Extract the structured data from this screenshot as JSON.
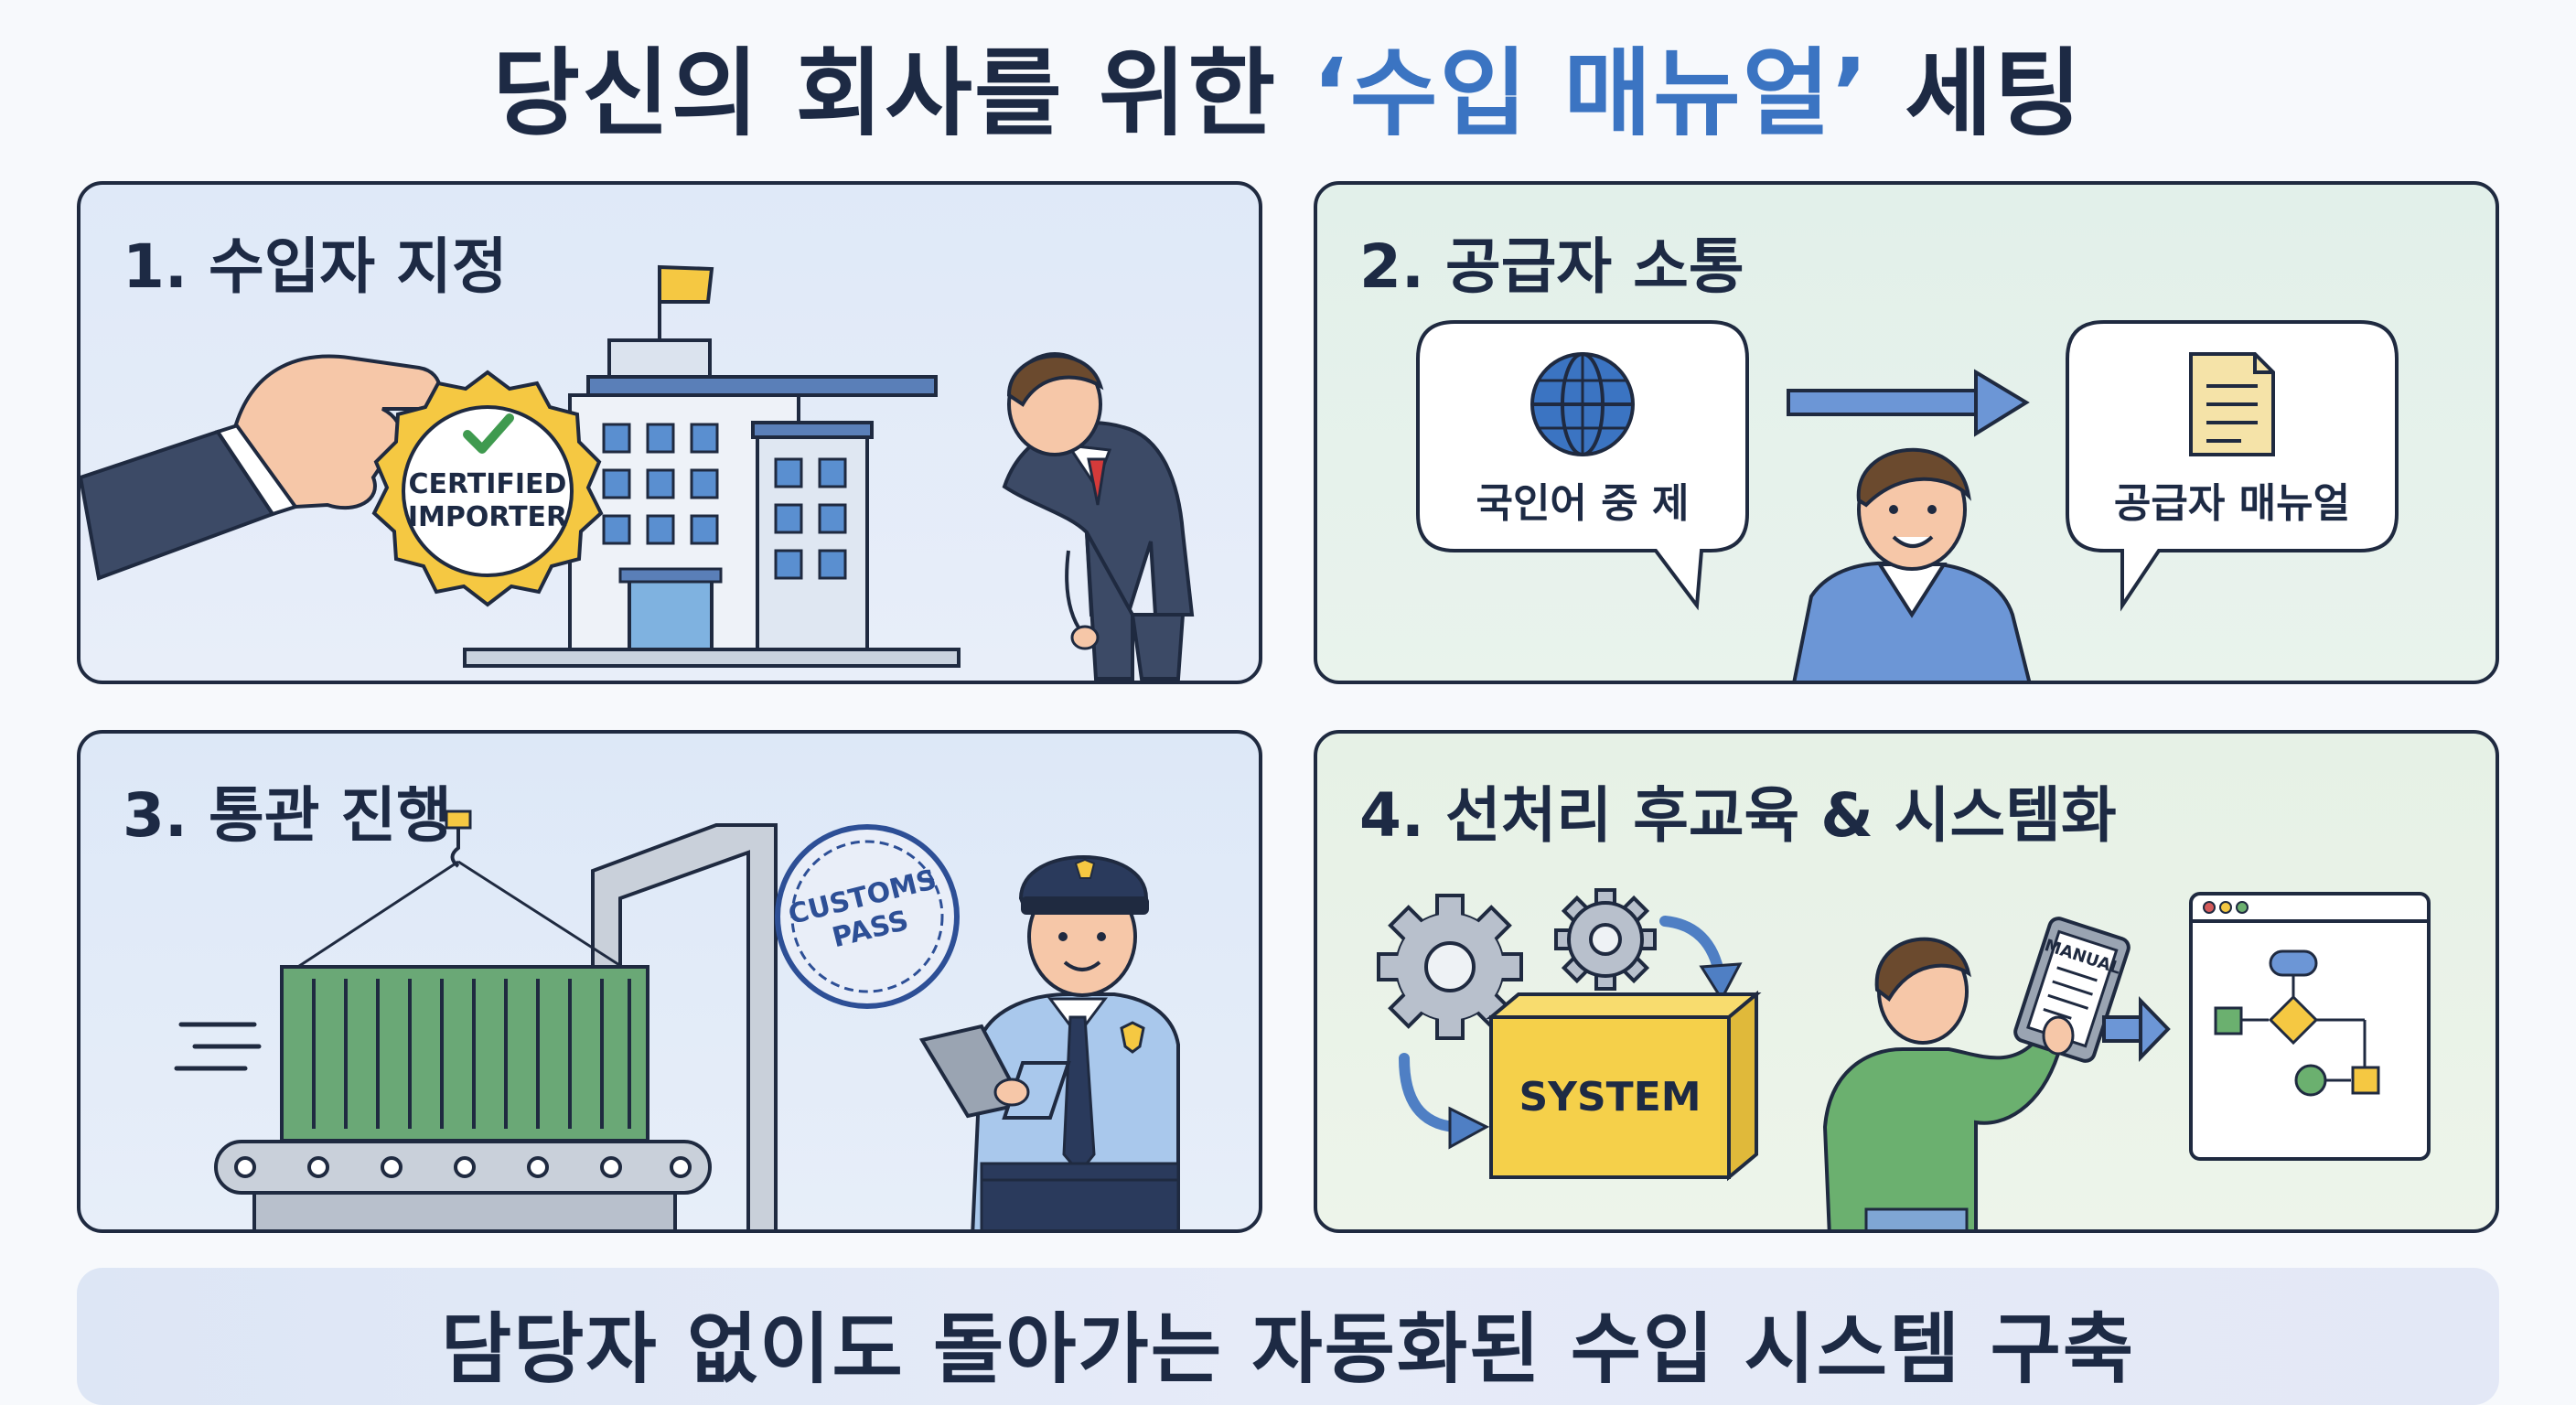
{
  "title": {
    "before": "당신의 회사를 위한 ",
    "accent": "‘수입 매뉴얼’",
    "after": " 세팅"
  },
  "panels": [
    {
      "title": "1. 수입자 지정",
      "badge_line1": "CERTIFIED",
      "badge_line2": "IMPORTER"
    },
    {
      "title": "2. 공급자 소통",
      "bubble_left": "국인어 중 제",
      "bubble_right": "공급자 매뉴얼"
    },
    {
      "title": "3. 통관 진행",
      "stamp_line1": "CUSTOMS",
      "stamp_line2": "PASS"
    },
    {
      "title": "4. 선처리 후교육 & 시스템화",
      "box_label": "SYSTEM",
      "tablet_label": "MANUAL"
    }
  ],
  "footer": {
    "text": "담당자 없이도 돌아가는 자동화된 수입 시스템 구축"
  },
  "colors": {
    "accent": "#3b74c2",
    "text": "#1d2a44",
    "badge": "#f5c842",
    "container": "#5a9a6a",
    "system_box": "#f5d04a"
  }
}
